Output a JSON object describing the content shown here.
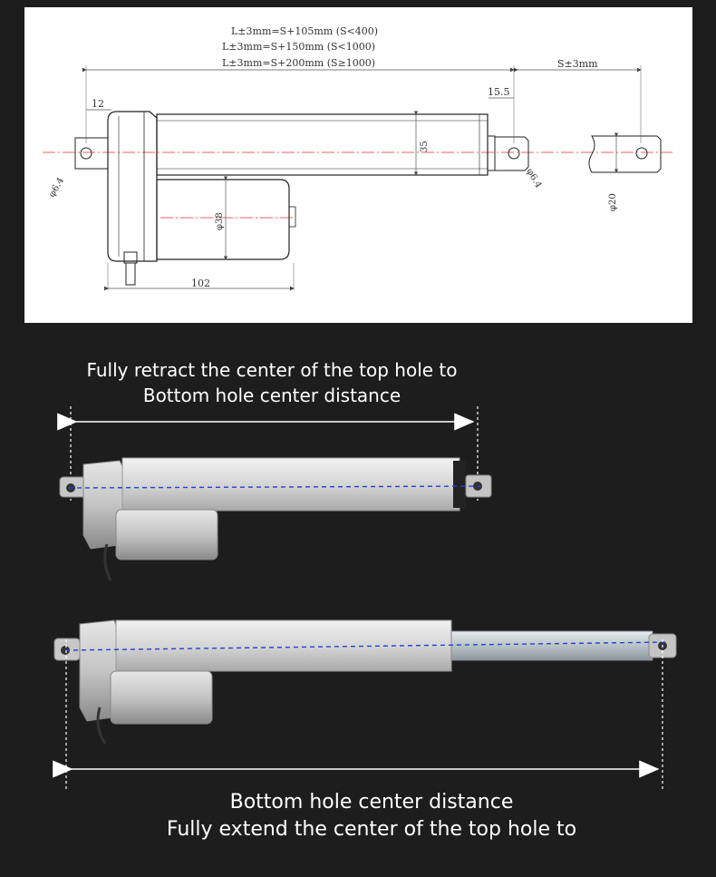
{
  "drawing": {
    "formula_1": "L±3mm=S+105mm (S<400)",
    "formula_2": "L±3mm=S+150mm (S<1000)",
    "formula_3": "L±3mm=S+200mm (S≥1000)",
    "stroke_label": "S±3mm",
    "dim_12": "12",
    "dim_15_5": "15.5",
    "dim_35": "35",
    "dim_6_4_left": "φ6.4",
    "dim_6_4_right": "φ6.4",
    "dim_38": "φ38",
    "dim_20": "φ20",
    "dim_102": "102"
  },
  "captions": {
    "retracted_line_1": "Fully retract the center of the top hole to",
    "retracted_line_2": "Bottom hole center distance",
    "extended_line_1": "Bottom hole center distance",
    "extended_line_2": "Fully extend the center of the top hole to"
  },
  "colors": {
    "background": "#1d1d1d",
    "drawing_bg": "#ffffff",
    "center_line": "#e03030",
    "photo_center_line": "#2244cc"
  }
}
